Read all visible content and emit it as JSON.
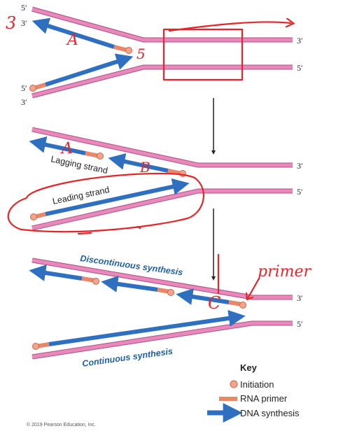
{
  "labels": {
    "five_prime": "5′",
    "three_prime": "3′"
  },
  "panel2": {
    "lagging_strand": "Lagging strand",
    "leading_strand": "Leading strand"
  },
  "panel3": {
    "discontinuous_synthesis": "Discontinuous synthesis",
    "continuous_synthesis": "Continuous synthesis"
  },
  "key": {
    "title": "Key",
    "items": [
      {
        "label": "Initiation",
        "icon": "initiation-dot-icon",
        "color": "#f2a58a"
      },
      {
        "label": "RNA primer",
        "icon": "rna-primer-bar-icon",
        "color": "#e8876a"
      },
      {
        "label": "DNA synthesis",
        "icon": "dna-synthesis-arrow-icon",
        "color": "#2f6fc0"
      }
    ]
  },
  "copyright": "© 2019 Pearson Education, Inc.",
  "annotations": {
    "handwritten_3": "3",
    "handwritten_A": "A",
    "handwritten_5": "5",
    "handwritten_B": "B",
    "handwritten_C": "C",
    "handwritten_primer": "primer"
  },
  "colors": {
    "template_strand": "#e889bb",
    "template_edge": "#b04d86",
    "new_dna": "#2f6fc0",
    "rna_primer": "#e8876a",
    "initiation": "#f2a58a",
    "handwriting": "#e5252a"
  }
}
